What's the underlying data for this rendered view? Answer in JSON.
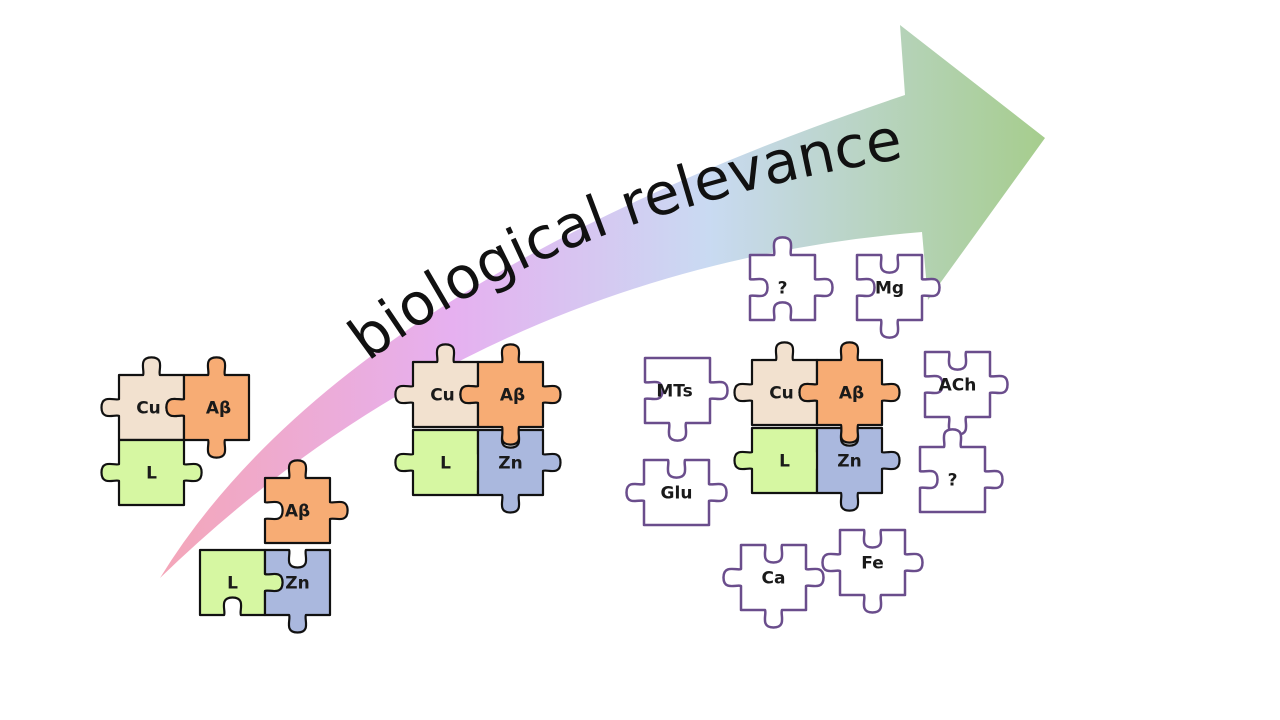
{
  "arrow": {
    "label": "biological relevance",
    "gradient": [
      "#f4a6b8",
      "#e6b0f0",
      "#c9daf2",
      "#a6cd8d"
    ]
  },
  "piece_colors": {
    "Cu": "#f2e1cf",
    "Aβ": "#f7ac74",
    "L": "#d6f7a2",
    "Zn": "#aab8de",
    "outline": "#6a4d8c"
  },
  "groups": [
    {
      "name": "group-cu-abeta-l",
      "pieces": [
        "Cu",
        "Aβ",
        "L"
      ]
    },
    {
      "name": "group-abeta-l-zn",
      "pieces": [
        "Aβ",
        "L",
        "Zn"
      ]
    },
    {
      "name": "group-full-complex",
      "pieces": [
        "Cu",
        "Aβ",
        "L",
        "Zn"
      ]
    },
    {
      "name": "group-complex-with-partners",
      "pieces": [
        "Cu",
        "Aβ",
        "L",
        "Zn"
      ],
      "partners": [
        "?",
        "Mg",
        "MTs",
        "ACh",
        "Glu",
        "?",
        "Ca",
        "Fe"
      ]
    }
  ]
}
